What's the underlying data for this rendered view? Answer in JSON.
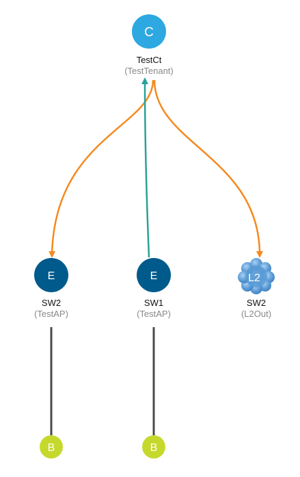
{
  "nodes": {
    "contract": {
      "letter": "C",
      "name": "TestCt",
      "sub": "(TestTenant)",
      "color": "#2ea8e0"
    },
    "epg_left": {
      "letter": "E",
      "name": "SW2",
      "sub": "(TestAP)",
      "color": "#005a8c"
    },
    "epg_mid": {
      "letter": "E",
      "name": "SW1",
      "sub": "(TestAP)",
      "color": "#005a8c"
    },
    "l2out": {
      "letter": "L2",
      "name": "SW2",
      "sub": "(L2Out)",
      "color": "#5b9bd5"
    },
    "bd_left": {
      "letter": "B",
      "color": "#c5d92d"
    },
    "bd_mid": {
      "letter": "B",
      "color": "#c5d92d"
    }
  },
  "edges": {
    "provide_color": "#f5891f",
    "consume_color": "#2aa198",
    "link_color": "#4a4a4a"
  }
}
